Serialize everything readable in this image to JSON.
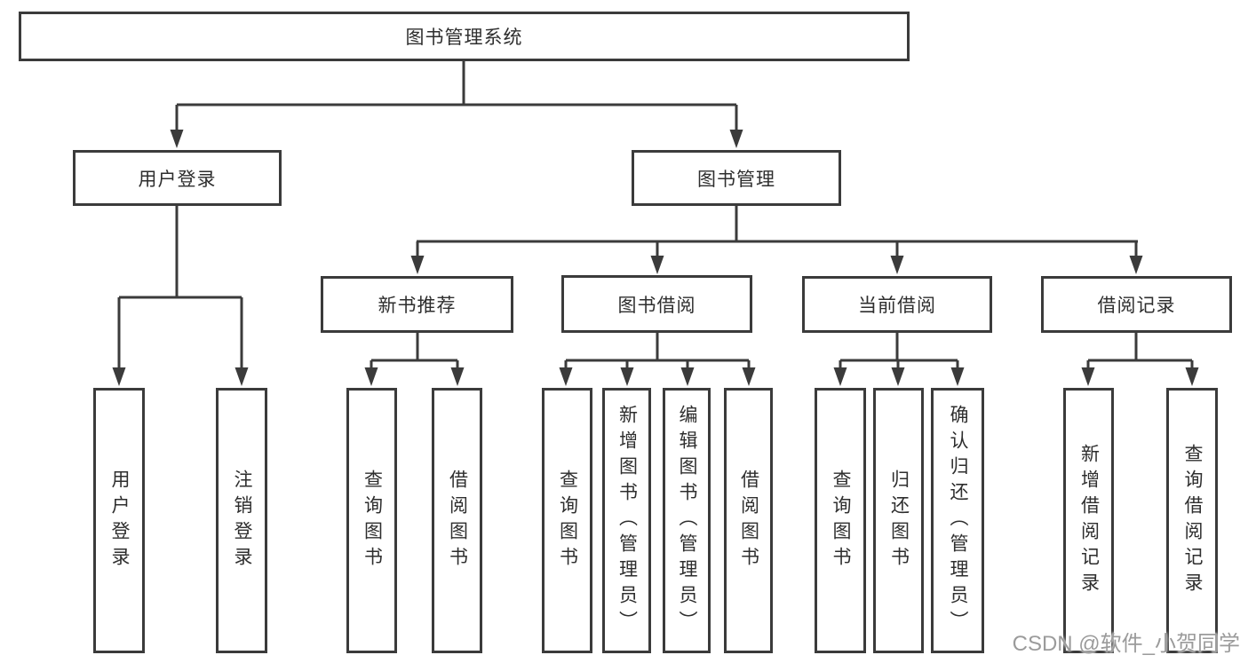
{
  "diagram_title": "图书管理系统",
  "tree": {
    "label": "图书管理系统",
    "children": [
      {
        "label": "用户登录",
        "children": [
          {
            "label": "用户登录"
          },
          {
            "label": "注销登录"
          }
        ]
      },
      {
        "label": "图书管理",
        "children": [
          {
            "label": "新书推荐",
            "children": [
              {
                "label": "查询图书"
              },
              {
                "label": "借阅图书"
              }
            ]
          },
          {
            "label": "图书借阅",
            "children": [
              {
                "label": "查询图书"
              },
              {
                "label": "新增图书（管理员）"
              },
              {
                "label": "编辑图书（管理员）"
              },
              {
                "label": "借阅图书"
              }
            ]
          },
          {
            "label": "当前借阅",
            "children": [
              {
                "label": "查询图书"
              },
              {
                "label": "归还图书"
              },
              {
                "label": "确认归还（管理员）"
              }
            ]
          },
          {
            "label": "借阅记录",
            "children": [
              {
                "label": "新增借阅记录"
              },
              {
                "label": "查询借阅记录"
              }
            ]
          }
        ]
      }
    ]
  },
  "watermark": {
    "text": "CSDN @软件_小贺同学"
  },
  "colors": {
    "line": "#3b3b3b",
    "text": "#2e2e2e",
    "watermark": "#9b9b9b",
    "background": "#ffffff"
  }
}
